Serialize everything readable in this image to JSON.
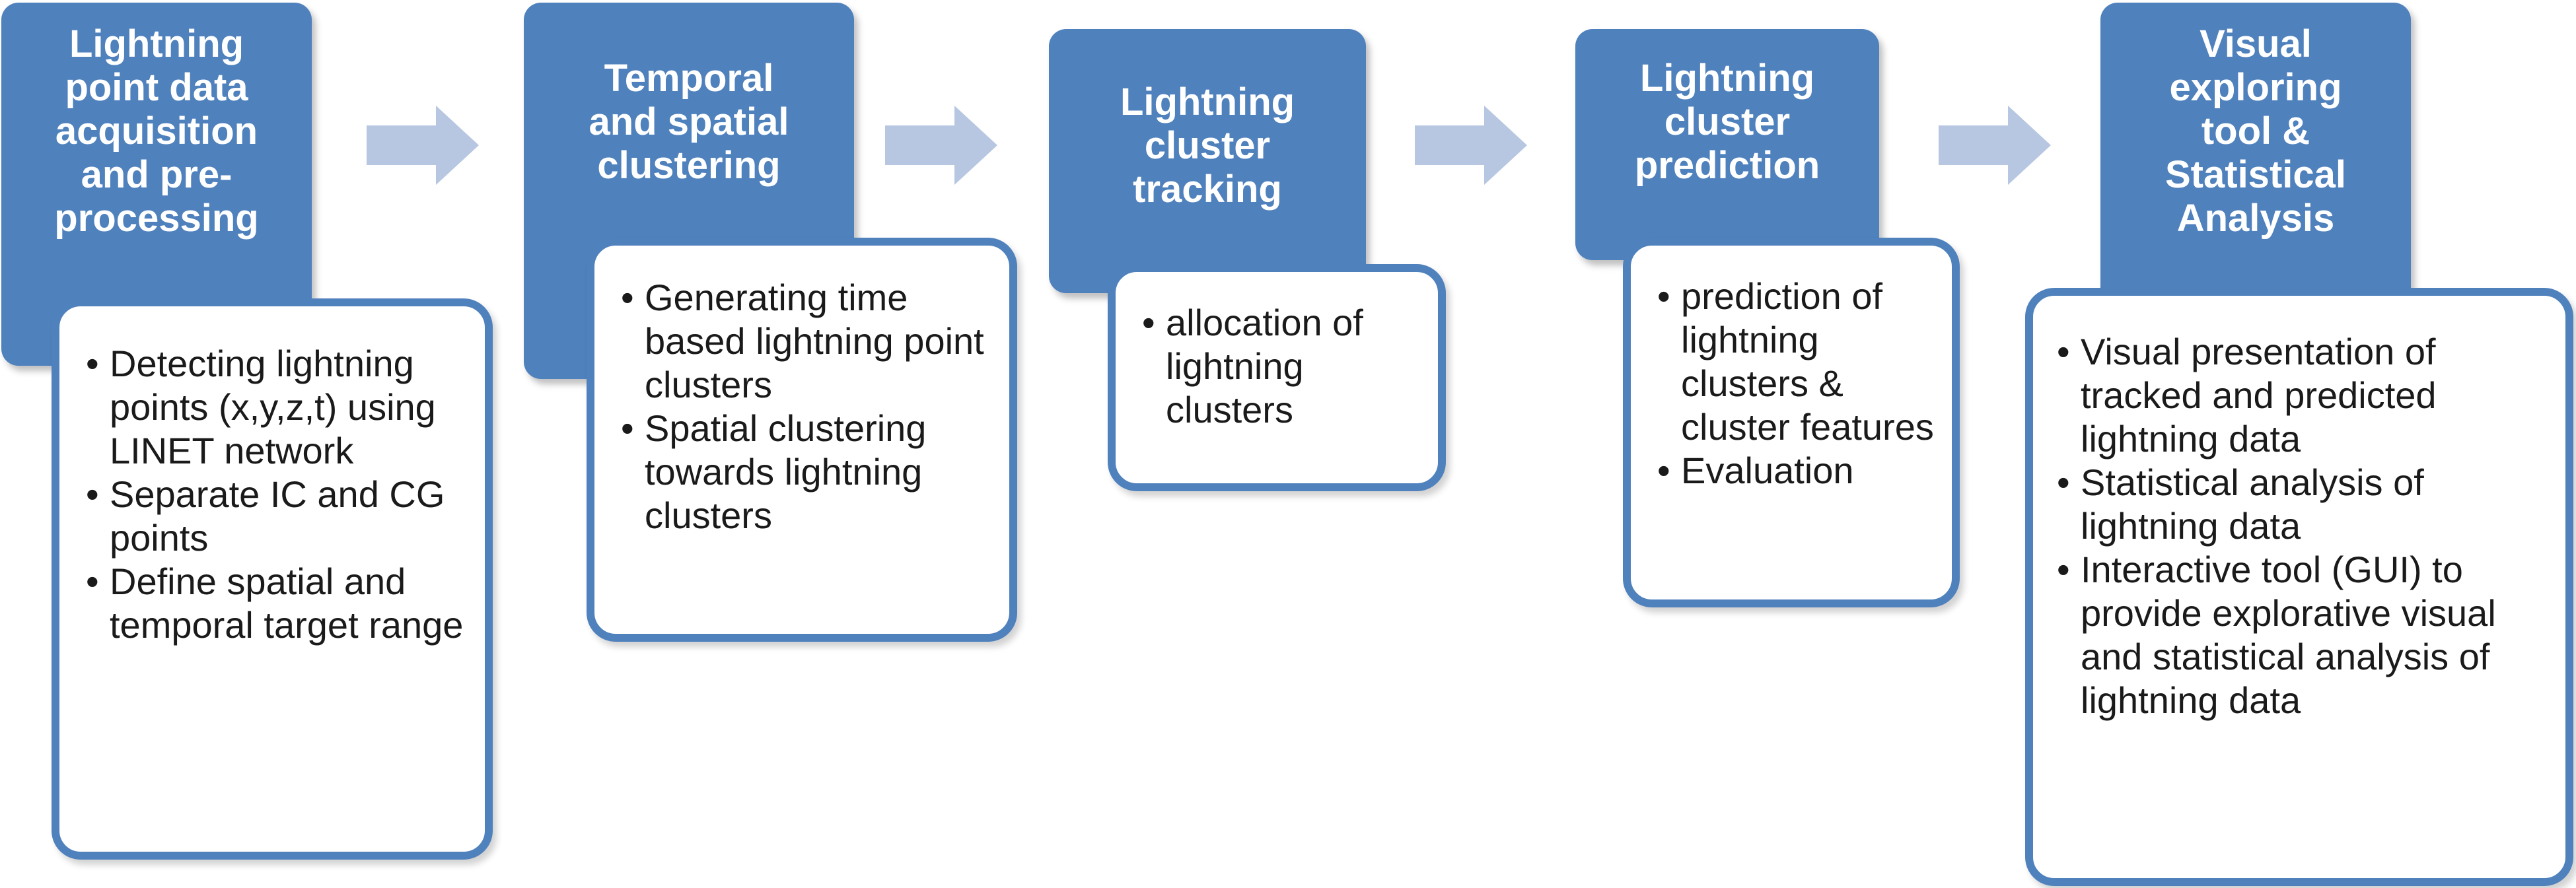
{
  "stages": [
    {
      "title_lines": [
        "Lightning",
        "point data",
        "acquisition",
        "and pre-",
        "processing"
      ],
      "bullets": [
        "Detecting lightning points (x,y,z,t)  using LINET network",
        "Separate IC and CG points",
        "Define spatial and temporal target range"
      ]
    },
    {
      "title_lines": [
        "Temporal",
        "and spatial",
        "clustering"
      ],
      "bullets": [
        "Generating time based lightning point clusters",
        "Spatial clustering towards lightning clusters"
      ]
    },
    {
      "title_lines": [
        "Lightning",
        "cluster",
        "tracking"
      ],
      "bullets": [
        "allocation of lightning clusters"
      ]
    },
    {
      "title_lines": [
        "Lightning",
        "cluster",
        "prediction"
      ],
      "bullets": [
        "prediction of lightning clusters & cluster features",
        "Evaluation"
      ]
    },
    {
      "title_lines": [
        "Visual",
        "exploring",
        "tool &",
        "Statistical",
        "Analysis"
      ],
      "bullets": [
        "Visual presentation of tracked and predicted lightning  data",
        "Statistical analysis of lightning data",
        "Interactive tool (GUI) to provide explorative visual and statistical analysis of lightning data"
      ]
    }
  ],
  "colors": {
    "header_fill": "#4f81bd",
    "card_border": "#4f81bd",
    "arrow_fill": "#b7c7e2"
  }
}
